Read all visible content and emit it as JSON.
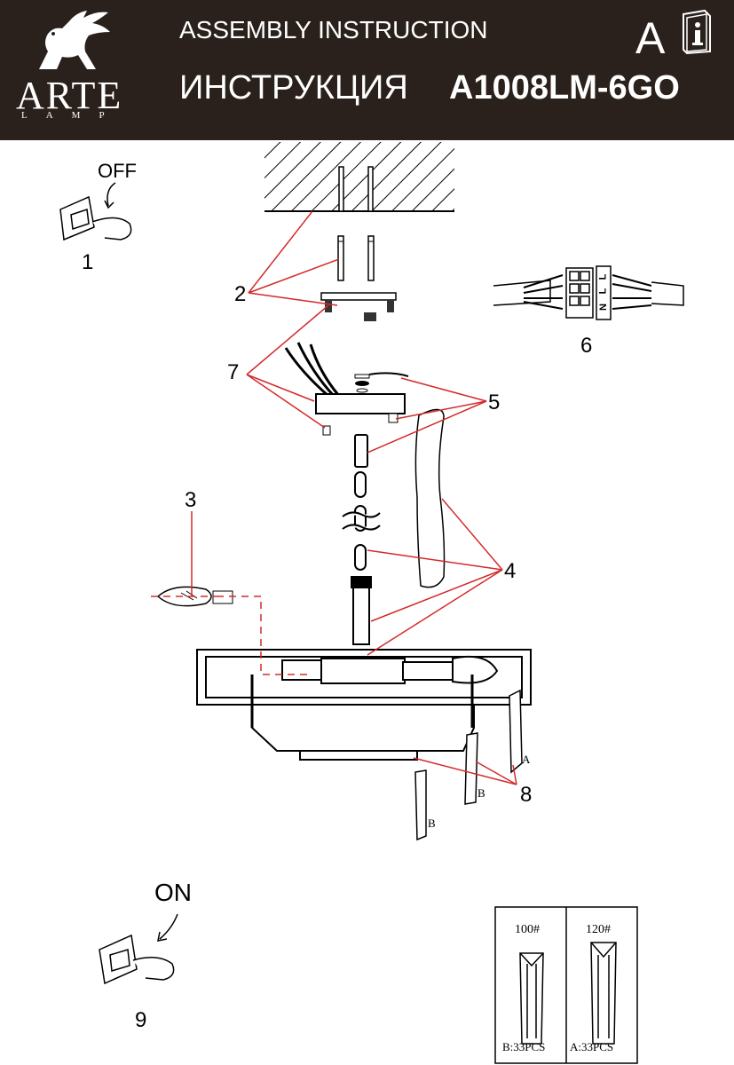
{
  "header": {
    "brand": "ARTE",
    "brand_sub": "LAMP",
    "title_en": "ASSEMBLY INSTRUCTION",
    "title_ru": "ИНСТРУКЦИЯ",
    "model": "A1008LM-6GO",
    "energy_class": "A",
    "info_icon": "info-booklet-icon"
  },
  "steps": {
    "off_label": "OFF",
    "on_label": "ON",
    "n1": "1",
    "n2": "2",
    "n3": "3",
    "n4": "4",
    "n5": "5",
    "n6": "6",
    "n7": "7",
    "n8": "8",
    "n9": "9"
  },
  "terminal": {
    "labels": [
      "L",
      "L",
      "N"
    ]
  },
  "crystal_labels": {
    "a": "A",
    "b": "B"
  },
  "crystal_table": {
    "col_b_size": "100#",
    "col_a_size": "120#",
    "col_b_count": "B:33PCS",
    "col_a_count": "A:33PCS"
  },
  "colors": {
    "header_bg": "#2b211c",
    "leader_lines": "#d32b2b"
  }
}
